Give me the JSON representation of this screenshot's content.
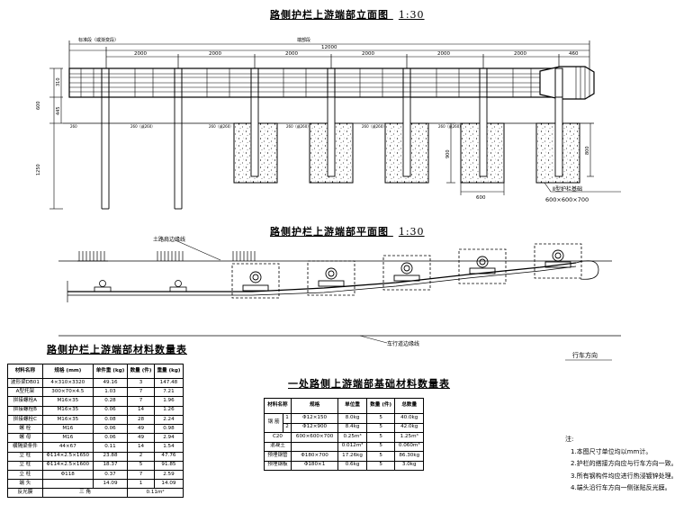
{
  "elevation": {
    "title": "路侧护栏上游端部立面图",
    "scale": "1:30",
    "top_labels": {
      "left": "标准段（或渐变段）",
      "right": "端部段"
    },
    "total_length": "12000",
    "spans": [
      "2000",
      "2000",
      "2000",
      "2000",
      "2000",
      "2000",
      "460"
    ],
    "vertical_dims": [
      "310",
      "600",
      "445",
      "1250",
      "900",
      "800"
    ],
    "footing_width": "600",
    "footing_note": "Ⅱ型护栏基础",
    "footing_size": "600×600×700",
    "post_labels": [
      "260",
      "260（或260）",
      "260（或260）",
      "260（或260）",
      "260（或260）",
      "260（或260）"
    ]
  },
  "plan": {
    "title": "路侧护栏上游端部平面图",
    "scale": "1:30",
    "earth_shoulder": "土路肩边缘线",
    "lane_line": "车行道边缘线",
    "direction": "行车方向"
  },
  "table1": {
    "title": "路侧护栏上游端部材料数量表",
    "headers": [
      "材料名称",
      "规格\n(mm)",
      "单件重\n(kg)",
      "数量\n(件)",
      "重量\n(kg)"
    ],
    "rows": [
      [
        "波形梁DB01",
        "4×310×3320",
        "49.16",
        "3",
        "147.48"
      ],
      [
        "A型托架",
        "300×70×4.5",
        "1.03",
        "7",
        "7.21"
      ],
      [
        "拼接螺栓A",
        "M16×35",
        "0.28",
        "7",
        "1.96"
      ],
      [
        "拼接螺栓B",
        "M16×35",
        "0.06",
        "14",
        "1.26"
      ],
      [
        "拼接螺栓C",
        "M16×35",
        "0.08",
        "28",
        "2.24"
      ],
      [
        "螺 栓",
        "M16",
        "0.06",
        "49",
        "0.98"
      ],
      [
        "螺 母",
        "M16",
        "0.06",
        "49",
        "2.94"
      ],
      [
        "横隔梁条件",
        "44×67",
        "0.11",
        "14",
        "1.54"
      ],
      [
        "立 柱",
        "Φ114×2.5×1650",
        "23.88",
        "2",
        "47.76"
      ],
      [
        "立 柱",
        "Φ114×2.5×1600",
        "18.37",
        "5",
        "91.85"
      ],
      [
        "立 柱",
        "Φ118",
        "0.37",
        "7",
        "2.59"
      ],
      [
        "端 头",
        "",
        "14.09",
        "1",
        "14.09"
      ],
      [
        "反光膜",
        "三 角",
        "0.11m²",
        "",
        ""
      ]
    ]
  },
  "table2": {
    "title": "一处路侧上游端部基础材料数量表",
    "headers": [
      "材料名称",
      "规格",
      "单位重",
      "数量\n(件)",
      "总数量"
    ],
    "rows": [
      [
        "钢 筋",
        "1",
        "Φ12×150",
        "8.0kg",
        "5",
        "40.0kg"
      ],
      [
        "钢 筋",
        "2",
        "Φ12×900",
        "8.4kg",
        "5",
        "42.0kg"
      ],
      [
        "C20",
        "",
        "600×600×700",
        "0.25m³",
        "5",
        "1.25m³"
      ],
      [
        "混凝土",
        "",
        "",
        "0.012m³",
        "5",
        "0.060m³"
      ],
      [
        "预埋钢管",
        "",
        "Φ180×700",
        "17.26kg",
        "5",
        "86.30kg"
      ],
      [
        "预埋钢板",
        "",
        "Φ180×1",
        "0.6kg",
        "5",
        "3.0kg"
      ]
    ]
  },
  "notes": {
    "heading": "注:",
    "items": [
      "1.本图尺寸单位均以mm计。",
      "2.护栏的搭接方向应与行车方向一致。",
      "3.所有钢构件均应进行热浸镀锌处理。",
      "4.端头沿行车方向一侧张贴反光膜。"
    ]
  }
}
